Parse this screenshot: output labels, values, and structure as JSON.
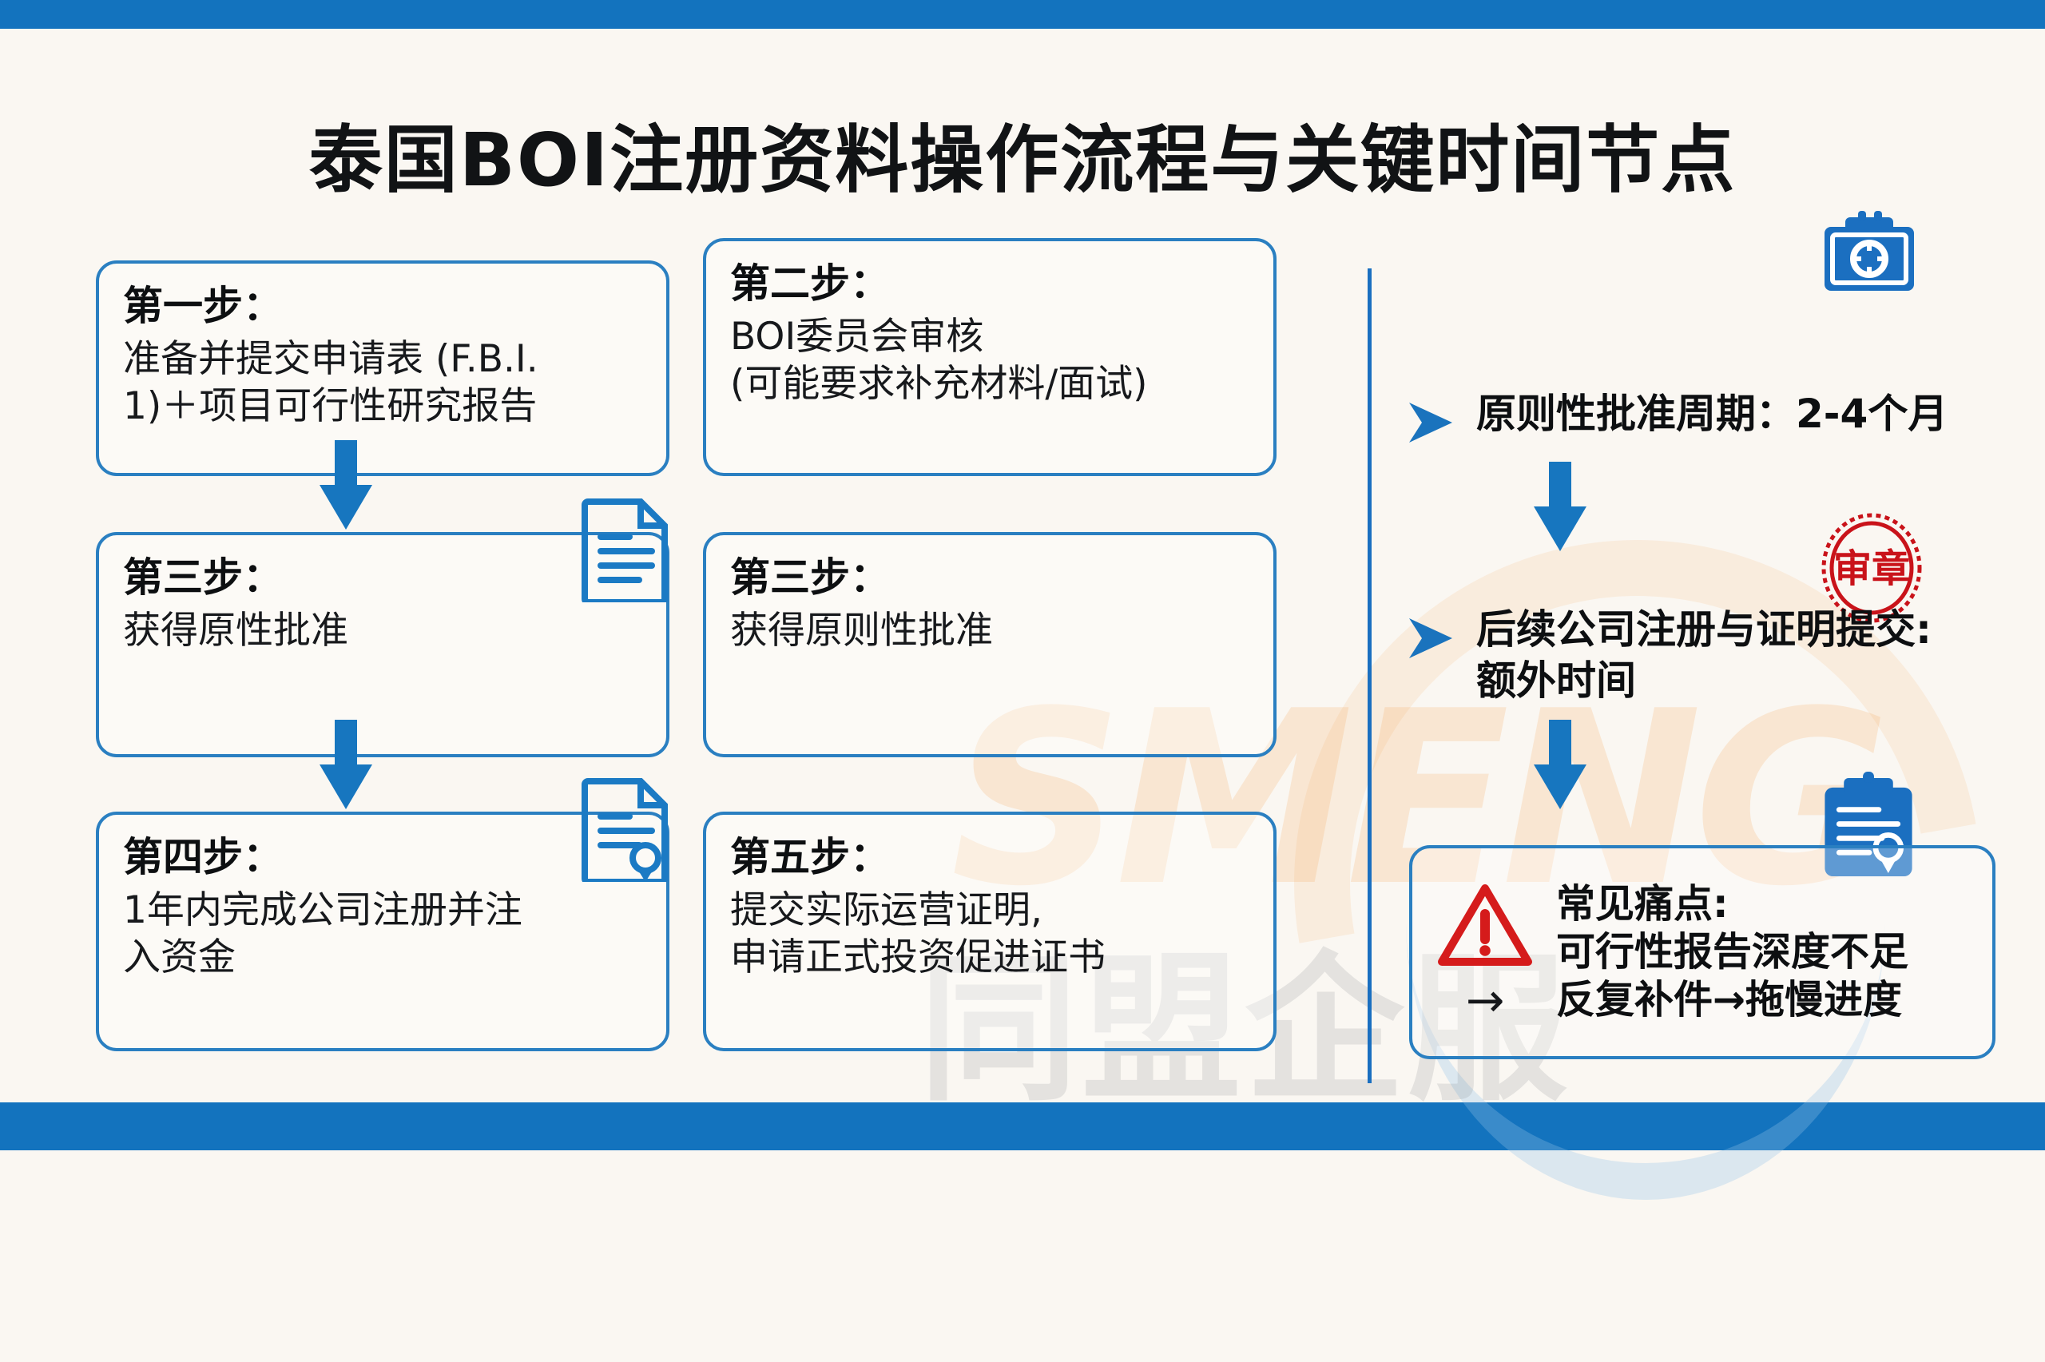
{
  "theme": {
    "band_color": "#1373be",
    "background": "#faf7f2",
    "box_border": "#2a7fc1",
    "arrow_blue": "#1776bf",
    "stamp_red": "#c9131a",
    "warning_red": "#d51b1b",
    "title_color": "#111315"
  },
  "title": "泰国BOI注册资料操作流程与关键时间节点",
  "flow": {
    "left_column": [
      {
        "head": "第一步：",
        "body": "准备并提交申请表 (F.B.I.\n1)＋项目可行性研究报告",
        "icon": ""
      },
      {
        "head": "第三步：",
        "body": "获得原性批准",
        "icon": "document-lines-icon"
      },
      {
        "head": "第四步：",
        "body": "1年内完成公司注册并注\n入资金",
        "icon": "document-certificate-icon"
      }
    ],
    "right_column": [
      {
        "head": "第二步：",
        "body": "BOI委员会审核\n(可能要求补充材料/面试)",
        "icon": "clipboard-seal-icon"
      },
      {
        "head": "第三步：",
        "body": "获得原则性批准",
        "icon": "approval-stamp-icon",
        "stamp_text": "审章"
      },
      {
        "head": "第五步：",
        "body": "提交实际运营证明,\n申请正式投资促进证书",
        "icon": "clipboard-certificate-icon"
      }
    ]
  },
  "side_panel": {
    "bullets": [
      {
        "marker": "chevron-right-icon",
        "text": "原则性批准周期：2-4个月"
      },
      {
        "marker": "chevron-right-icon",
        "text": "后续公司注册与证明提交:\n额外时间"
      }
    ],
    "pain_box": {
      "warning_icon": "warning-triangle-icon",
      "arrow_glyph": "→",
      "text": "常见痛点:\n可行性报告深度不足\n反复补件→拖慢进度"
    }
  },
  "watermarks": {
    "latin": "SMENG",
    "chinese": "同盟企服"
  }
}
